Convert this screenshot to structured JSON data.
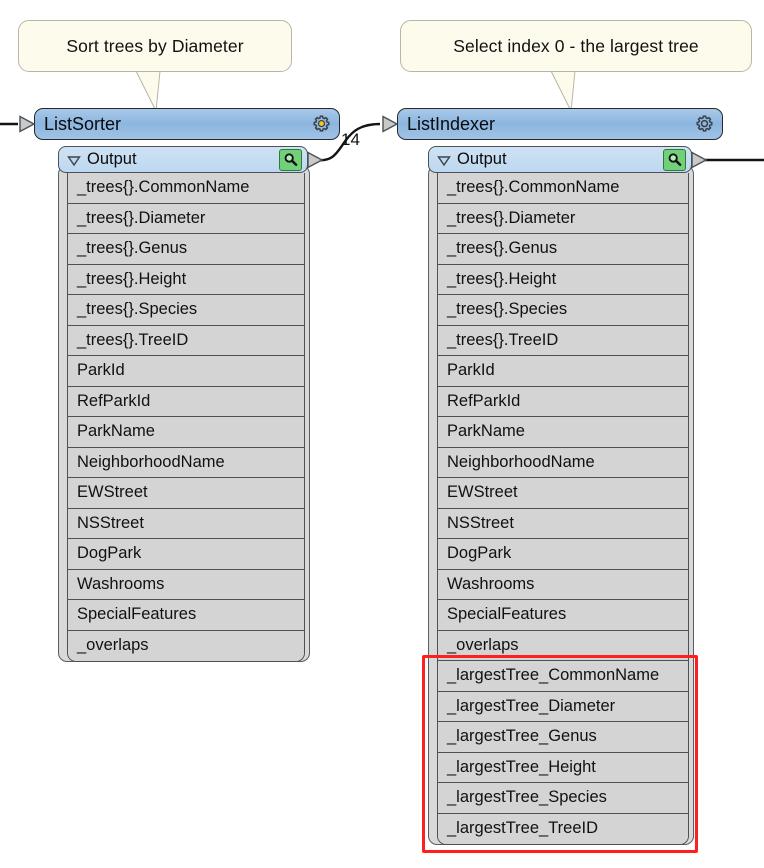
{
  "diagram": {
    "title": "Dataflow graph: ListSorter and ListIndexer nodes",
    "accent_node_header": "#8cb6e0",
    "accent_output_row": "#c6ddf2",
    "accent_field_row": "#d4d4d4",
    "highlight_color": "#ff1f1f",
    "callout_bg": "#fdfbec",
    "port_icon_color": "#72d07a"
  },
  "callouts": [
    {
      "id": "callout-sort",
      "text": "Sort trees by Diameter"
    },
    {
      "id": "callout-index",
      "text": "Select index 0 - the largest tree"
    }
  ],
  "connections": {
    "count_label": "14"
  },
  "nodes": [
    {
      "id": "list-sorter",
      "title": "ListSorter",
      "gear_icon": "gear-icon",
      "gear_active": true,
      "input_port_icon": "input-port-arrow-icon",
      "output_group": {
        "label": "Output",
        "disclosure_icon": "triangle-down-icon",
        "search_icon": "magnifier-icon",
        "output_port_icon": "output-port-arrow-icon"
      },
      "fields": [
        "_trees{}.CommonName",
        "_trees{}.Diameter",
        "_trees{}.Genus",
        "_trees{}.Height",
        "_trees{}.Species",
        "_trees{}.TreeID",
        "ParkId",
        "RefParkId",
        "ParkName",
        "NeighborhoodName",
        "EWStreet",
        "NSStreet",
        "DogPark",
        "Washrooms",
        "SpecialFeatures",
        "_overlaps"
      ],
      "highlighted_fields": []
    },
    {
      "id": "list-indexer",
      "title": "ListIndexer",
      "gear_icon": "gear-icon",
      "gear_active": false,
      "input_port_icon": "input-port-arrow-icon",
      "output_group": {
        "label": "Output",
        "disclosure_icon": "triangle-down-icon",
        "search_icon": "magnifier-icon",
        "output_port_icon": "output-port-arrow-icon"
      },
      "fields": [
        "_trees{}.CommonName",
        "_trees{}.Diameter",
        "_trees{}.Genus",
        "_trees{}.Height",
        "_trees{}.Species",
        "_trees{}.TreeID",
        "ParkId",
        "RefParkId",
        "ParkName",
        "NeighborhoodName",
        "EWStreet",
        "NSStreet",
        "DogPark",
        "Washrooms",
        "SpecialFeatures",
        "_overlaps",
        "_largestTree_CommonName",
        "_largestTree_Diameter",
        "_largestTree_Genus",
        "_largestTree_Height",
        "_largestTree_Species",
        "_largestTree_TreeID"
      ],
      "highlighted_fields": [
        "_largestTree_CommonName",
        "_largestTree_Diameter",
        "_largestTree_Genus",
        "_largestTree_Height",
        "_largestTree_Species",
        "_largestTree_TreeID"
      ]
    }
  ]
}
